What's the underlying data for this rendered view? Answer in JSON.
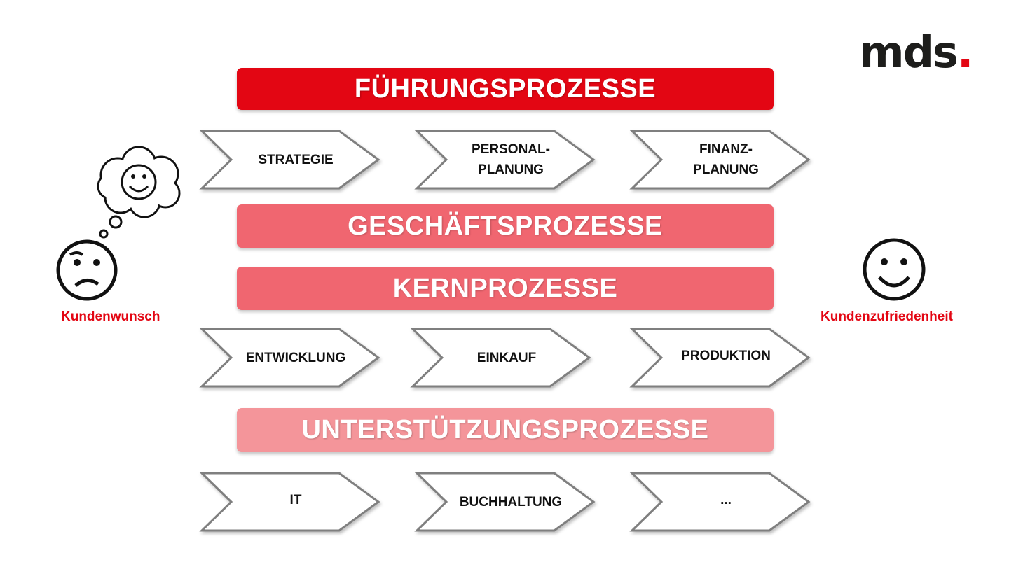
{
  "brand": {
    "logo_text": "mds",
    "logo_dot": ".",
    "accent": "#e30613"
  },
  "bands": {
    "fuehrung": "FÜHRUNGSPROZESSE",
    "geschaeft": "GESCHÄFTSPROZESSE",
    "kern": "KERNPROZESSE",
    "unterstuetzung": "UNTERSTÜTZUNGSPROZESSE"
  },
  "rows": {
    "fuehrung": [
      "STRATEGIE",
      "PERSONAL-\nPLANUNG",
      "FINANZ-\nPLANUNG"
    ],
    "kern": [
      "ENTWICKLUNG",
      "EINKAUF",
      "PRODUKTION"
    ],
    "unterstuetzung": [
      "IT",
      "BUCHHALTUNG",
      "..."
    ]
  },
  "customer": {
    "wish_label": "Kundenwunsch",
    "satisfaction_label": "Kundenzufriedenheit",
    "wish_icons": [
      "sad-face-icon",
      "thought-bubble-icon",
      "smiley-face-icon"
    ],
    "satisfaction_icon": "smiley-face-icon"
  },
  "colors": {
    "band_strong": "#e30613",
    "band_medium": "#f06670",
    "band_light": "#f4959a",
    "chevron_fill": "#ffffff",
    "chevron_stroke": "#7f7f7f"
  }
}
